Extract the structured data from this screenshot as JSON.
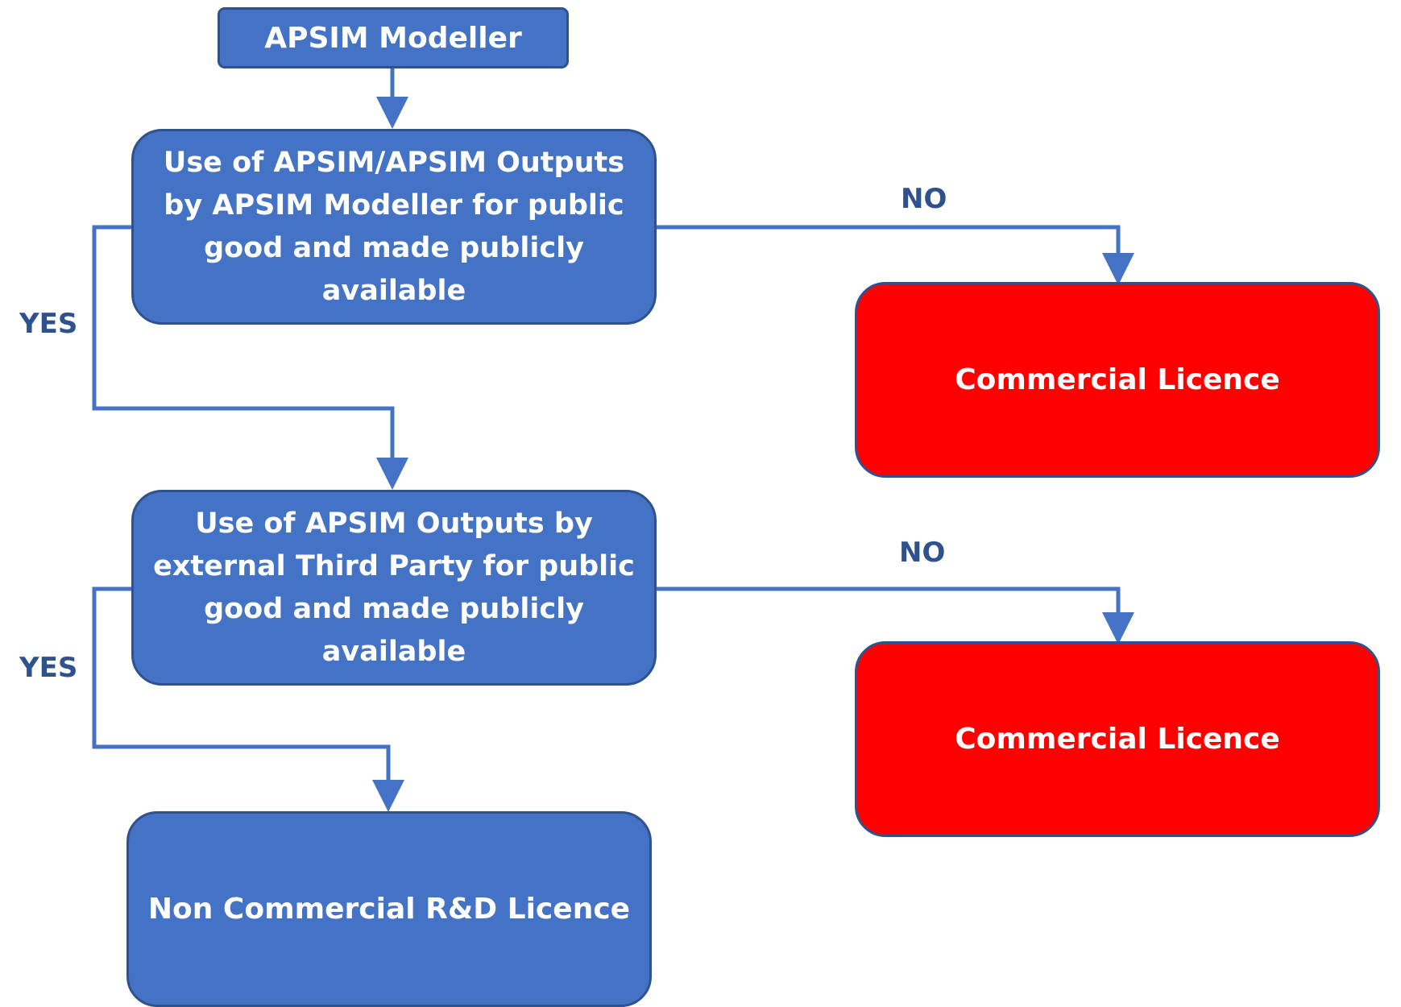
{
  "colors": {
    "box_fill": "#4472c4",
    "box_border": "#2f528f",
    "licence_fill": "#ff0000",
    "connector": "#4472c4",
    "label_text": "#2f528f"
  },
  "nodes": {
    "modeller": "APSIM Modeller",
    "question_modeller": "Use of APSIM/APSIM Outputs\nby APSIM Modeller for public\ngood and made publicly\navailable",
    "question_third_party": "Use of APSIM Outputs by\nexternal Third Party for public\ngood and made publicly\navailable",
    "commercial_1": "Commercial Licence",
    "commercial_2": "Commercial Licence",
    "non_commercial": "Non Commercial R&D Licence"
  },
  "edge_labels": {
    "no_1": "NO",
    "yes_1": "YES",
    "no_2": "NO",
    "yes_2": "YES"
  }
}
